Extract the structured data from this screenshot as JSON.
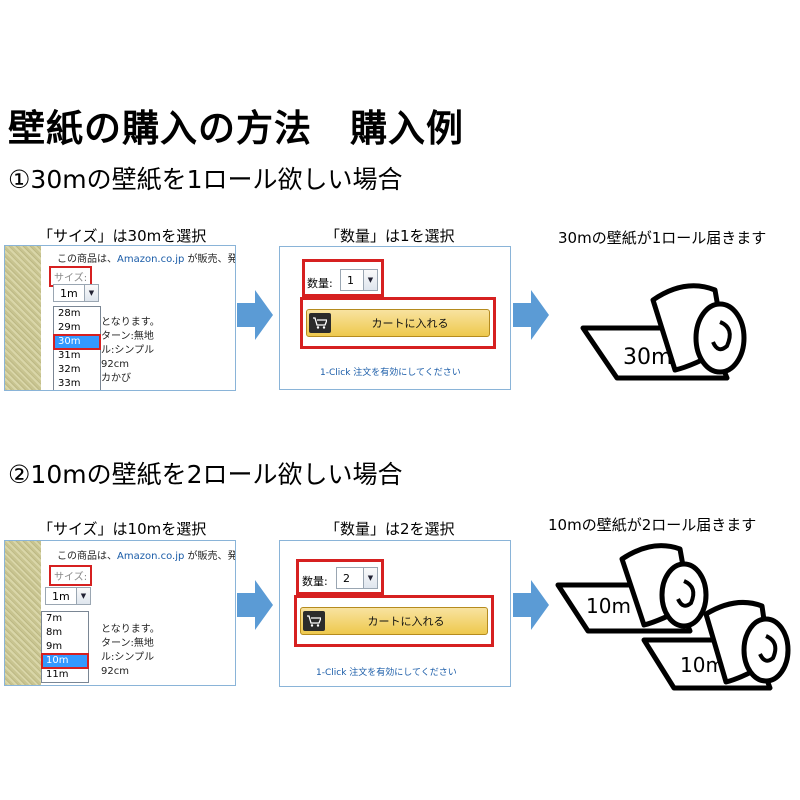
{
  "page_title": "壁紙の購入の方法　購入例",
  "example1": {
    "heading": "①30mの壁紙を1ロール欲しい場合",
    "step1_caption": "「サイズ」は30mを選択",
    "step2_caption": "「数量」は1を選択",
    "step3_caption": "30mの壁紙が1ロール届きます",
    "notice_prefix": "この商品は、",
    "notice_link": "Amazon.co.jp",
    "notice_suffix": " が販売、発送し",
    "size_label": "サイズ:",
    "size_selected": "1m",
    "size_options": [
      "28m",
      "29m",
      "30m",
      "31m",
      "32m",
      "33m"
    ],
    "size_highlighted": "30m",
    "spec_lines": [
      "となります。",
      "ターン:無地",
      "ル:シンプル",
      "92cm",
      "カかび"
    ],
    "qty_label": "数量:",
    "qty_value": "1",
    "cart_label": "カートに入れる",
    "oneclick_text": "1-Click 注文を有効にしてください",
    "roll_label": "30m"
  },
  "example2": {
    "heading": "②10mの壁紙を2ロール欲しい場合",
    "step1_caption": "「サイズ」は10mを選択",
    "step2_caption": "「数量」は2を選択",
    "step3_caption": "10mの壁紙が2ロール届きます",
    "notice_prefix": "この商品は、",
    "notice_link": "Amazon.co.jp",
    "notice_suffix": " が販売、発",
    "size_label": "サイズ:",
    "size_selected": "1m",
    "size_options": [
      "7m",
      "8m",
      "9m",
      "10m",
      "11m"
    ],
    "size_highlighted": "10m",
    "spec_lines": [
      "となります。",
      "ターン:無地",
      "ル:シンプル",
      "92cm"
    ],
    "qty_label": "数量:",
    "qty_value": "2",
    "cart_label": "カートに入れる",
    "oneclick_text": "1-Click 注文を有効にしてください",
    "roll_label_1": "10m",
    "roll_label_2": "10m"
  },
  "colors": {
    "highlight_red": "#d62020",
    "arrow_blue": "#5b9bd5",
    "select_blue": "#3399ff",
    "link_blue": "#1a5ca8"
  },
  "icons": [
    "cart-icon",
    "chevron-down-icon",
    "right-arrow-icon"
  ]
}
